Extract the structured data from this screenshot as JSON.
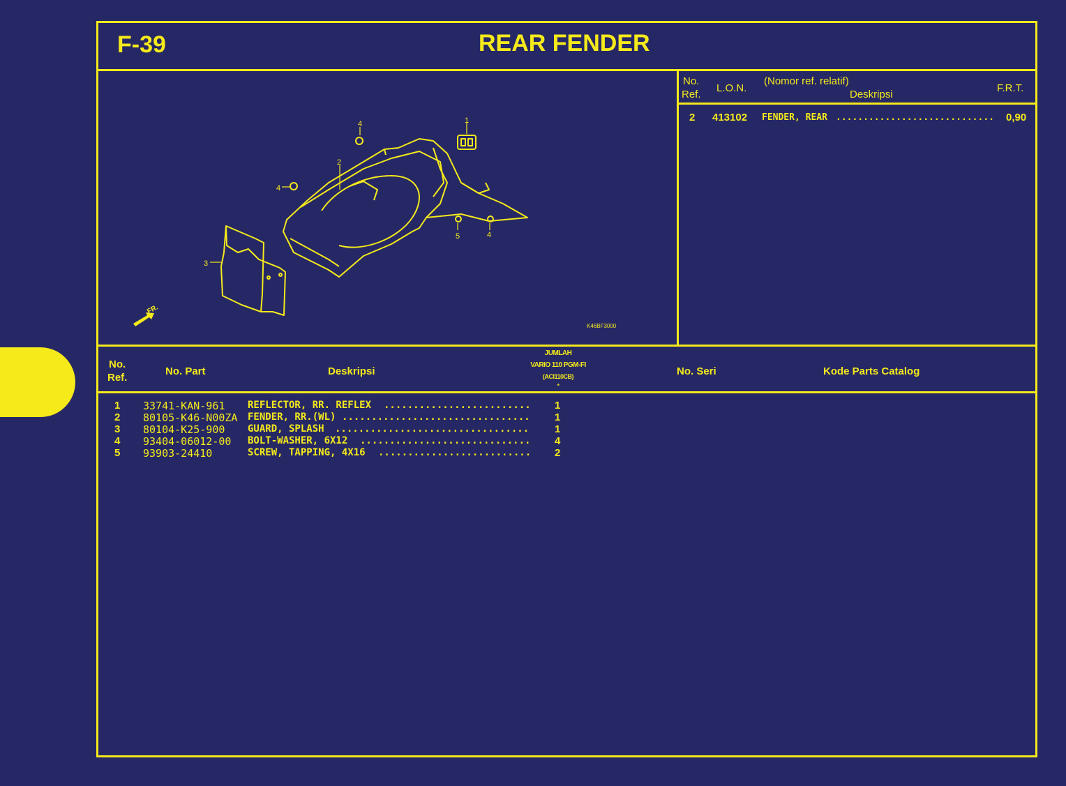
{
  "page": {
    "code": "F-39",
    "title": "REAR FENDER"
  },
  "colors": {
    "background": "#262866",
    "accent": "#f5ea1a"
  },
  "frt_table": {
    "headers": {
      "no_ref": "No.",
      "no_ref2": "Ref.",
      "lon": "L.O.N.",
      "relative": "(Nomor ref. relatif)",
      "description": "Deskripsi",
      "frt": "F.R.T."
    },
    "rows": [
      {
        "ref": "2",
        "lon": "413102",
        "description": "FENDER, REAR",
        "frt": "0,90"
      }
    ]
  },
  "diagram": {
    "code": "K46BF3000",
    "front_label": "FR.",
    "callouts": [
      "1",
      "2",
      "3",
      "4",
      "4",
      "4",
      "5"
    ]
  },
  "parts_table": {
    "headers": {
      "no_ref": "No.",
      "no_ref2": "Ref.",
      "part_no": "No. Part",
      "description": "Deskripsi",
      "qty": "JUMLAH",
      "model": "VARIO 110 PGM-FI",
      "model_code": "(ACI110CB)",
      "qty_mark": "*",
      "serial": "No. Seri",
      "catalog": "Kode Parts Catalog"
    },
    "rows": [
      {
        "ref": "1",
        "part_no": "33741-KAN-961",
        "description": "REFLECTOR, RR. REFLEX",
        "qty": "1"
      },
      {
        "ref": "2",
        "part_no": "80105-K46-N00ZA",
        "description": "FENDER, RR.(WL)",
        "qty": "1"
      },
      {
        "ref": "3",
        "part_no": "80104-K25-900",
        "description": "GUARD, SPLASH",
        "qty": "1"
      },
      {
        "ref": "4",
        "part_no": "93404-06012-00",
        "description": "BOLT-WASHER, 6X12",
        "qty": "4"
      },
      {
        "ref": "5",
        "part_no": "93903-24410",
        "description": "SCREW, TAPPING, 4X16",
        "qty": "2"
      }
    ]
  }
}
